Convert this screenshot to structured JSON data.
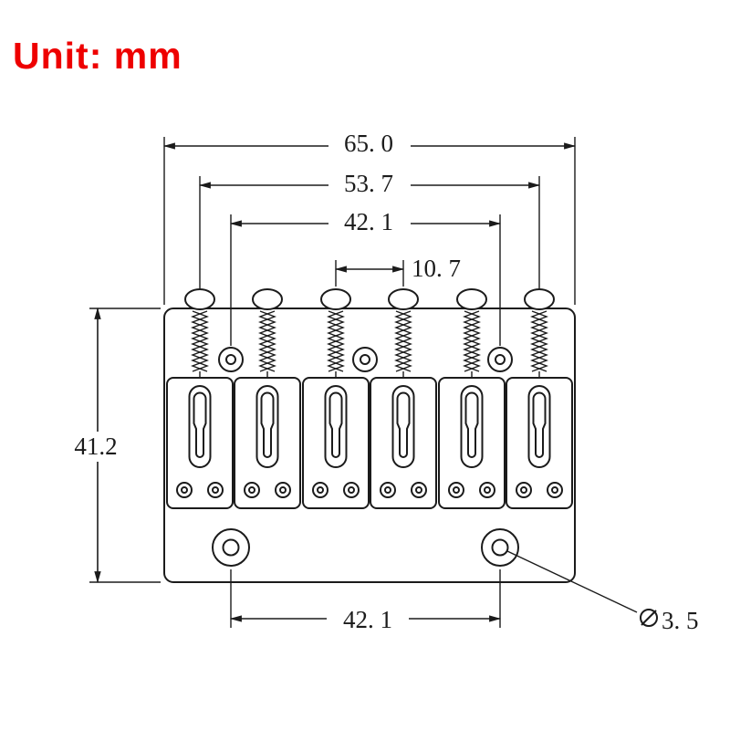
{
  "page": {
    "background": "#ffffff",
    "description": "Technical dimension drawing of a 6-saddle hardtail electric guitar bridge, top view"
  },
  "unit_label": {
    "text": "Unit: mm",
    "color": "#ee0000"
  },
  "drawing": {
    "line_color": "#1b1b1b",
    "saddle_count": 6,
    "top_mount_hole_count": 3,
    "bottom_mount_hole_count": 2
  },
  "dimensions": {
    "overall_width": "65. 0",
    "saddle_screw_span": "53. 7",
    "mount_hole_span_top": "42. 1",
    "string_pitch": "10. 7",
    "overall_depth": "41.2",
    "mount_hole_span_bottom": "42. 1",
    "mount_hole_diameter_symbol": "⌀",
    "mount_hole_diameter": "3. 5"
  }
}
